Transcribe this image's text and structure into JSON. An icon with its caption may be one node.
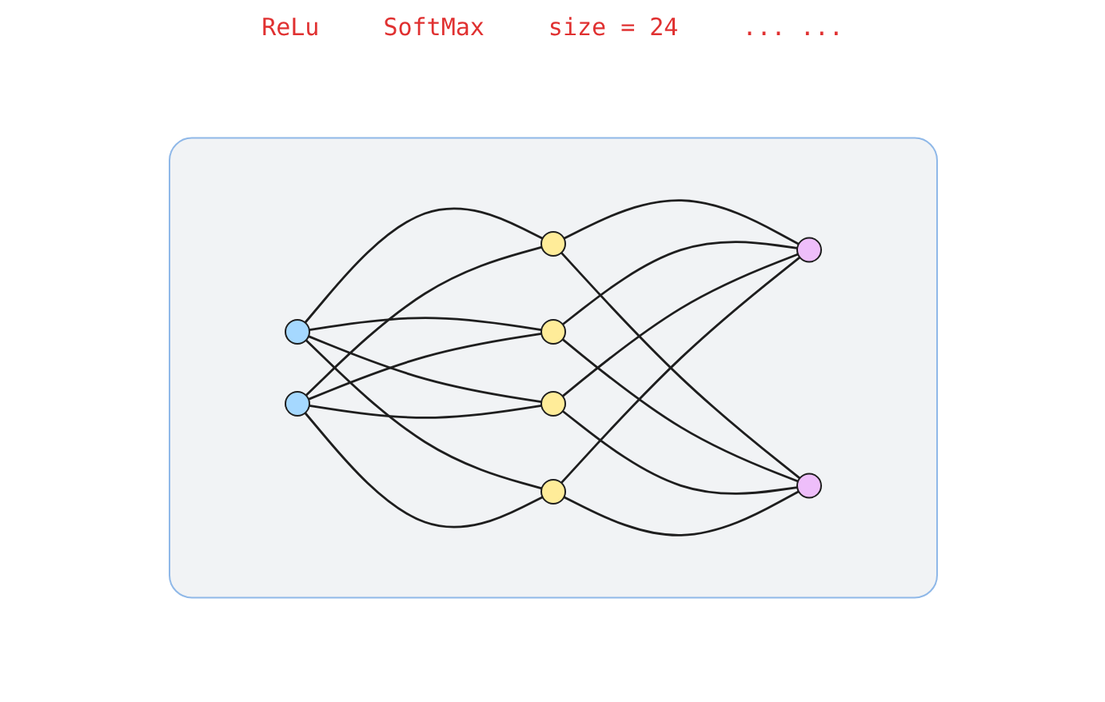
{
  "diagram": {
    "nodes": [
      {
        "text": [],
        "shape": "box"
      },
      {
        "text": [],
        "shape": "circle",
        "in": 0
      },
      {
        "text": [],
        "shape": "circle",
        "in": 0
      },
      {
        "text": [],
        "shape": "circle",
        "in": 0
      },
      {
        "text": [],
        "shape": "circle",
        "in": 0
      },
      {
        "text": [],
        "shape": "circle",
        "in": 0
      },
      {
        "text": [],
        "shape": "circle",
        "in": 0
      },
      {
        "text": [],
        "shape": "circle",
        "in": 0
      },
      {
        "text": [],
        "shape": "circle",
        "in": 0
      }
    ],
    "edges": [
      {
        "from": 1,
        "to": 3,
        "arrow": "none"
      },
      {
        "from": 1,
        "to": 4,
        "arrow": "none"
      },
      {
        "from": 1,
        "to": 5,
        "arrow": "none"
      },
      {
        "from": 1,
        "to": 6,
        "arrow": "none"
      },
      {
        "from": 2,
        "to": 3,
        "arrow": "none"
      },
      {
        "from": 2,
        "to": 4,
        "arrow": "none"
      },
      {
        "from": 2,
        "to": 5,
        "arrow": "none"
      },
      {
        "from": 2,
        "to": 6,
        "arrow": "none"
      },
      {
        "from": 3,
        "to": 7,
        "arrow": "none"
      },
      {
        "from": 3,
        "to": 8,
        "arrow": "none"
      },
      {
        "from": 4,
        "to": 7,
        "arrow": "none"
      },
      {
        "from": 4,
        "to": 8,
        "arrow": "none"
      },
      {
        "from": 5,
        "to": 7,
        "arrow": "none"
      },
      {
        "from": 5,
        "to": 8,
        "arrow": "none"
      },
      {
        "from": 6,
        "to": 7,
        "arrow": "none"
      },
      {
        "from": 6,
        "to": 8,
        "arrow": "none"
      }
    ],
    "labels": [
      "ReLu",
      "SoftMax",
      "size = 24",
      "... ..."
    ]
  }
}
